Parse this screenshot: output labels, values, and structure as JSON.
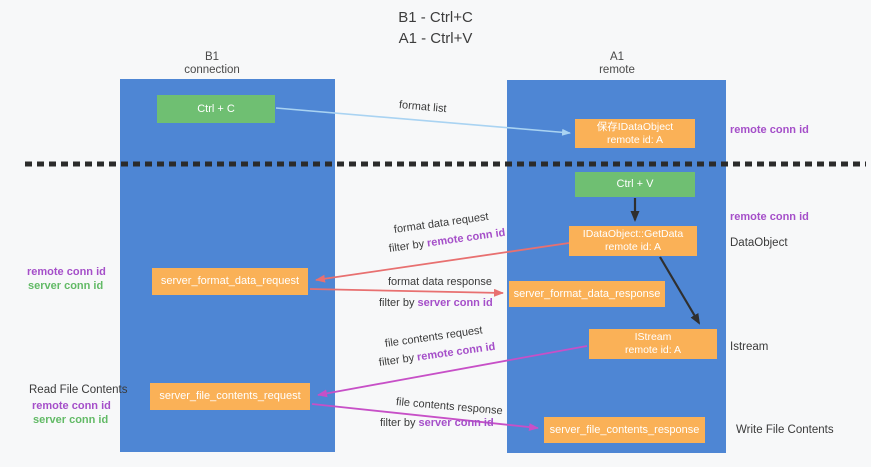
{
  "title": {
    "line1": "B1 - Ctrl+C",
    "line2": "A1 - Ctrl+V"
  },
  "columns": {
    "left": {
      "title": "B1",
      "subtitle": "connection"
    },
    "right": {
      "title": "A1",
      "subtitle": "remote"
    }
  },
  "nodes": {
    "ctrl_c": {
      "label": "Ctrl + C"
    },
    "save_dataobject": {
      "line1": "保存IDataObject",
      "line2": "remote id: A"
    },
    "ctrl_v": {
      "label": "Ctrl + V"
    },
    "getdata": {
      "line1": "IDataObject::GetData",
      "line2": "remote id: A"
    },
    "format_request": {
      "label": "server_format_data_request"
    },
    "format_response": {
      "label": "server_format_data_response"
    },
    "istream": {
      "line1": "IStream",
      "line2": "remote id: A"
    },
    "file_request": {
      "label": "server_file_contents_request"
    },
    "file_response": {
      "label": "server_file_contents_response"
    }
  },
  "flow_labels": {
    "format_list": "format list",
    "format_data_request": "format data request",
    "format_data_response": "format data response",
    "file_contents_request": "file contents request",
    "file_contents_response": "file contents response",
    "filter_by": "filter by ",
    "remote_conn_id": "remote conn id",
    "server_conn_id": "server conn id"
  },
  "side_labels": {
    "remote_conn_id_top": "remote conn id",
    "remote_conn_id_mid": "remote conn id",
    "dataobject": "DataObject",
    "istream": "Istream",
    "write_file_contents": "Write File Contents",
    "read_file_contents": "Read File Contents",
    "left_remote_conn_id": "remote conn id",
    "left_server_conn_id": "server conn id",
    "left_remote_conn_id_2": "remote conn id",
    "left_server_conn_id_2": "server conn id"
  },
  "colors": {
    "column_blue": "#4e86d4",
    "box_green": "#6fbf72",
    "box_orange": "#fab157",
    "purple_text": "#a54fc9",
    "green_text": "#62ba66",
    "arrow_blue": "#a9d3f2",
    "arrow_salmon": "#e87070",
    "arrow_magenta": "#c750c7",
    "arrow_black": "#2f2f2f",
    "background": "#f7f8f9"
  }
}
